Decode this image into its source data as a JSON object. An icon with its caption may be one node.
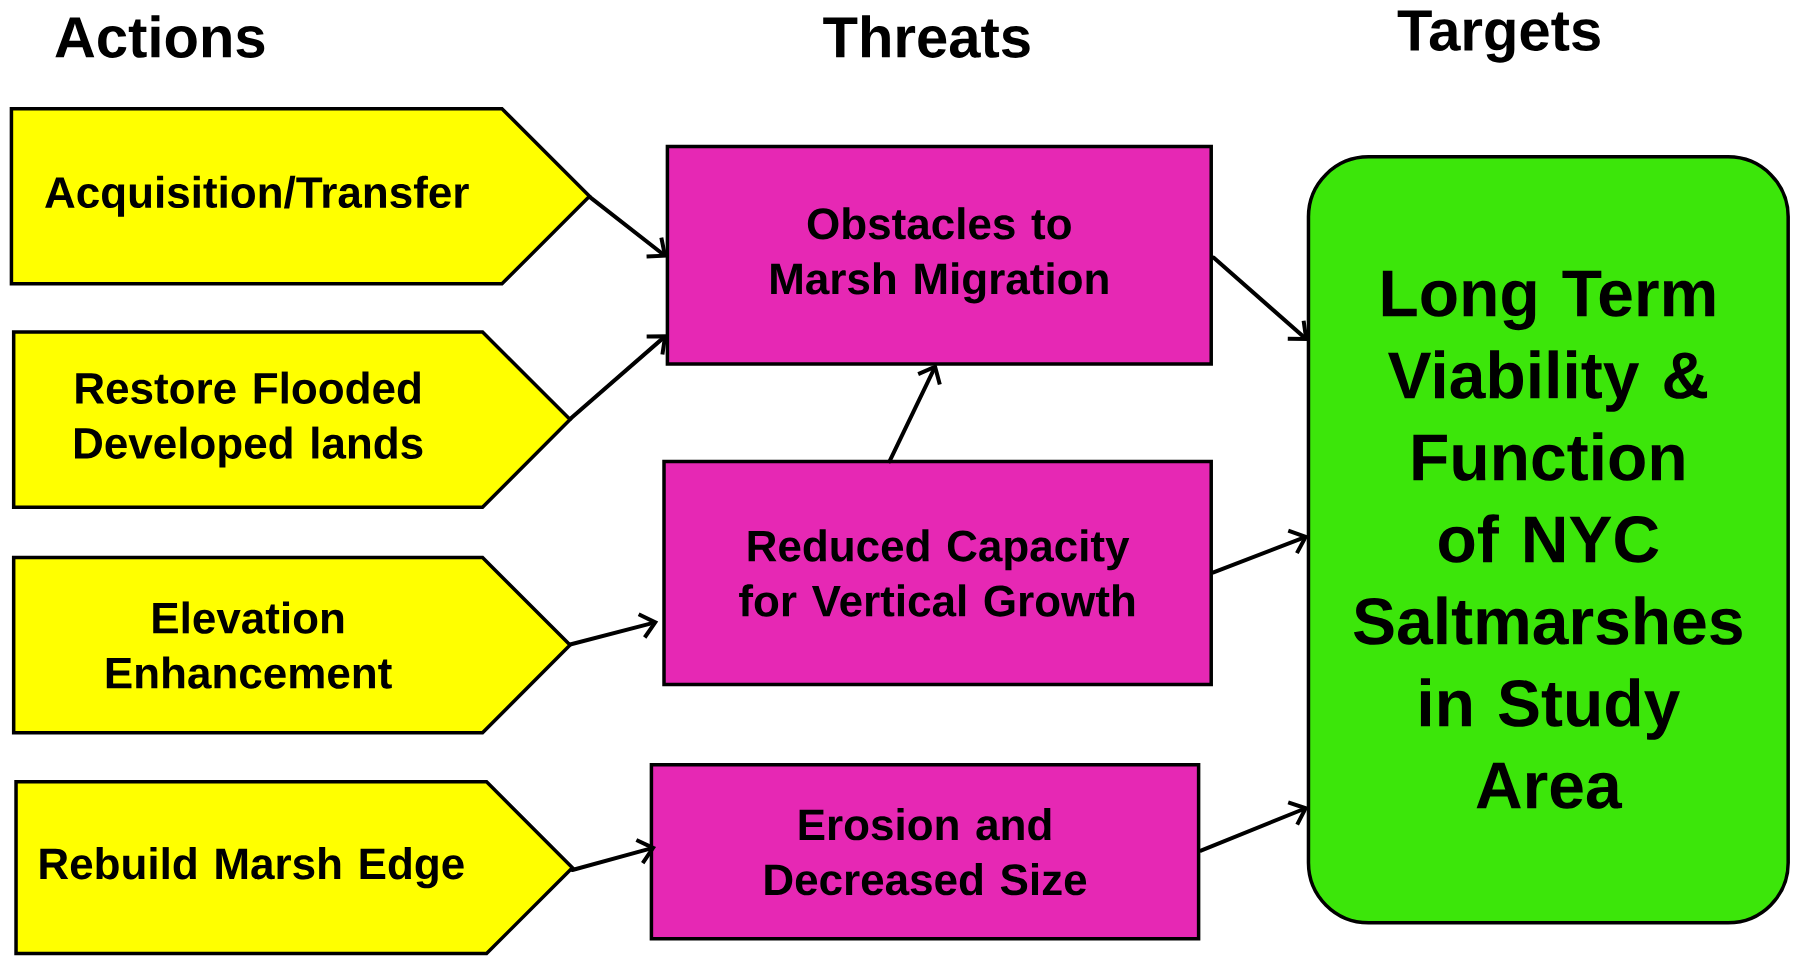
{
  "diagram": {
    "nodes": [
      {
        "text": [
          "Acquisition/Transfer"
        ]
      },
      {
        "text": [
          "Restore Flooded Developed lands"
        ]
      },
      {
        "text": [
          "Elevation Enhancement"
        ]
      },
      {
        "text": [
          "Rebuild Marsh Edge"
        ]
      },
      {
        "text": [
          "Obstacles to Marsh Migration"
        ]
      },
      {
        "text": [
          "Reduced Capacity for Vertical Growth"
        ]
      },
      {
        "text": [
          "Erosion and Decreased Size"
        ]
      },
      {
        "text": [
          "Long Term Viability & Function of NYC Saltmarshes in Study Area"
        ]
      }
    ],
    "edges": [
      {
        "from": 0,
        "to": 4,
        "arrow": "to"
      },
      {
        "from": 1,
        "to": 4,
        "arrow": "to"
      },
      {
        "from": 2,
        "to": 5,
        "arrow": "to"
      },
      {
        "from": 3,
        "to": 6,
        "arrow": "to"
      },
      {
        "from": 5,
        "to": 4,
        "arrow": "to"
      },
      {
        "from": 4,
        "to": 7,
        "arrow": "to"
      },
      {
        "from": 5,
        "to": 7,
        "arrow": "to"
      },
      {
        "from": 6,
        "to": 7,
        "arrow": "to"
      }
    ],
    "labels": [
      "Actions",
      "Threats",
      "Targets"
    ]
  }
}
